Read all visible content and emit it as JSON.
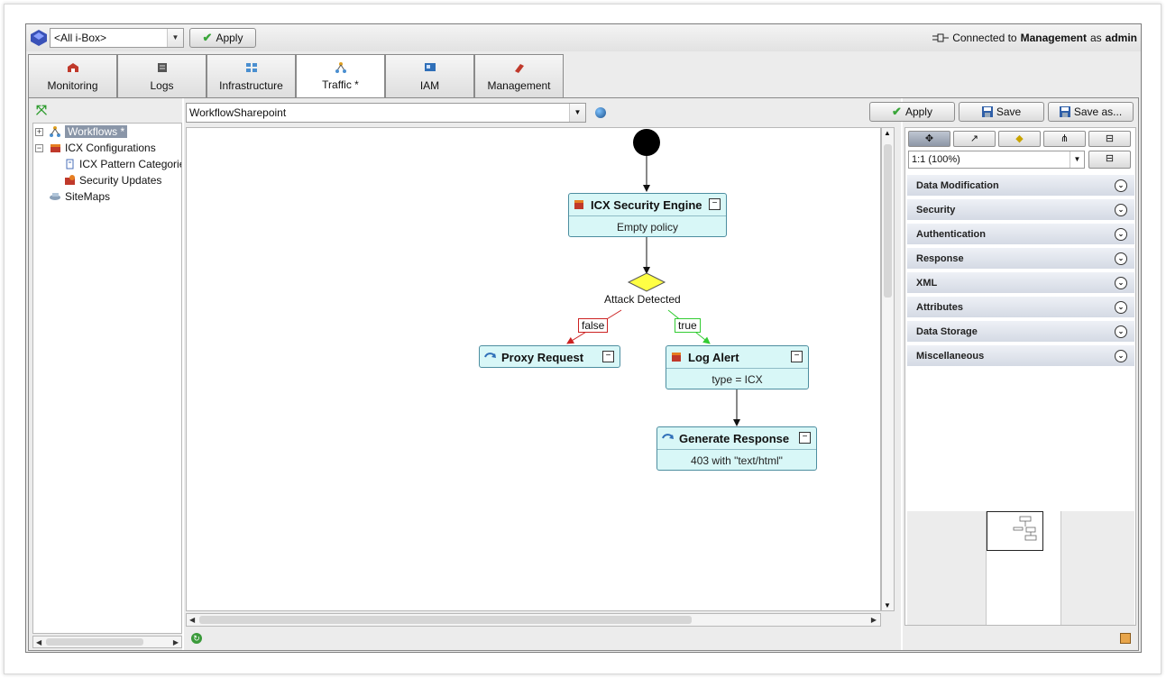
{
  "topbar": {
    "ibox_select_value": "<All i-Box>",
    "apply_label": "Apply",
    "connection_prefix": "Connected to",
    "connection_target": "Management",
    "connection_as": "as",
    "connection_user": "admin"
  },
  "tabs": [
    {
      "label": "Monitoring",
      "icon": "monitoring-icon"
    },
    {
      "label": "Logs",
      "icon": "logs-icon"
    },
    {
      "label": "Infrastructure",
      "icon": "infrastructure-icon"
    },
    {
      "label": "Traffic *",
      "icon": "traffic-icon",
      "active": true
    },
    {
      "label": "IAM",
      "icon": "iam-icon"
    },
    {
      "label": "Management",
      "icon": "management-icon"
    }
  ],
  "tree": {
    "items": [
      {
        "label": "Workflows *",
        "selected": true,
        "icon": "workflow-icon"
      },
      {
        "label": "ICX Configurations",
        "icon": "icx-config-icon"
      },
      {
        "label": "ICX Pattern Categories",
        "icon": "pattern-icon"
      },
      {
        "label": "Security Updates",
        "icon": "security-updates-icon"
      },
      {
        "label": "SiteMaps",
        "icon": "sitemap-icon"
      }
    ]
  },
  "workflow": {
    "selected": "WorkflowSharepoint",
    "apply_label": "Apply",
    "save_label": "Save",
    "save_as_label": "Save as..."
  },
  "diagram": {
    "nodes": {
      "icx_engine": {
        "title": "ICX Security Engine",
        "body": "Empty policy"
      },
      "decision": {
        "label": "Attack Detected"
      },
      "proxy": {
        "title": "Proxy Request"
      },
      "log_alert": {
        "title": "Log Alert",
        "body": "type = ICX"
      },
      "generate": {
        "title": "Generate Response",
        "body": "403 with \"text/html\""
      }
    },
    "edges": {
      "false_label": "false",
      "true_label": "true"
    },
    "colors": {
      "node_fill": "#d8f7f7",
      "node_border": "#4d8ea0",
      "false_edge": "#cc2222",
      "true_edge": "#33cc33",
      "decision_fill": "#ffff44"
    }
  },
  "palette": {
    "zoom_value": "1:1 (100%)",
    "categories": [
      "Data Modification",
      "Security",
      "Authentication",
      "Response",
      "XML",
      "Attributes",
      "Data Storage",
      "Miscellaneous"
    ]
  }
}
